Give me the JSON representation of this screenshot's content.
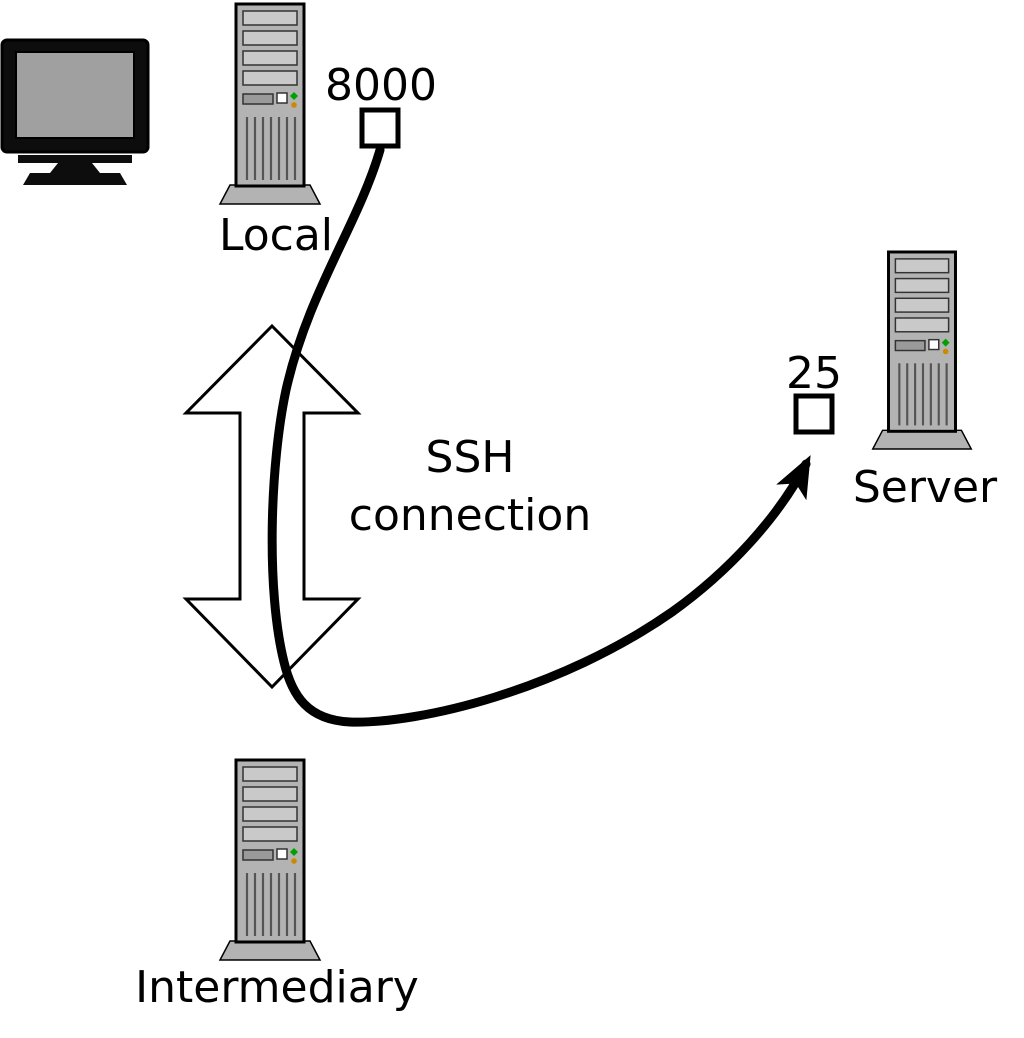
{
  "diagram": {
    "local": {
      "label": "Local",
      "port": "8000"
    },
    "intermediary": {
      "label": "Intermediary"
    },
    "server": {
      "label": "Server",
      "port": "25"
    },
    "ssh": {
      "line1": "SSH",
      "line2": "connection"
    },
    "icons": {
      "monitor": "monitor-icon",
      "local_tower": "computer-tower-icon",
      "intermediary_tower": "computer-tower-icon",
      "server_tower": "computer-tower-icon",
      "double_arrow": "double-headed-arrow-icon",
      "tunnel": "tunnel-curve-arrow-icon"
    },
    "colors": {
      "tower_body": "#b3b3b3",
      "tower_bay": "#c9c9c9",
      "monitor_screen": "#a0a0a0",
      "outline": "#000000",
      "led_green": "#00a000",
      "led_amber": "#cc8800",
      "arrow_fill": "#ffffff",
      "line": "#000000"
    }
  }
}
